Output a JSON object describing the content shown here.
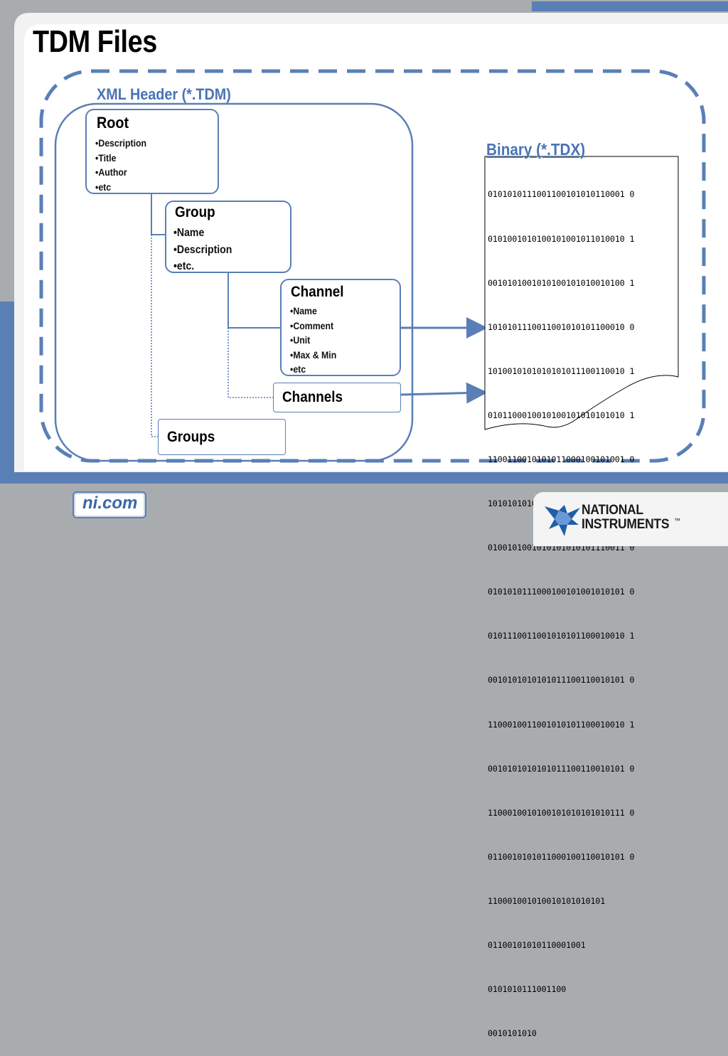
{
  "slide": {
    "title": "TDM Files"
  },
  "xml_header": {
    "label": "XML Header  (*.TDM)"
  },
  "root_box": {
    "title": "Root",
    "items": [
      "•Description",
      "•Title",
      "•Author",
      "•etc"
    ]
  },
  "group_box": {
    "title": "Group",
    "items": [
      "•Name",
      "•Description",
      "•etc."
    ]
  },
  "channel_box": {
    "title": "Channel",
    "items": [
      "•Name",
      "•Comment",
      "•Unit",
      "•Max & Min",
      "•etc"
    ]
  },
  "channels_box": {
    "title": "Channels"
  },
  "groups_box": {
    "title": "Groups"
  },
  "binary": {
    "label": "Binary  (*.TDX)",
    "rows": [
      "0101010111001100101010110001 0",
      "0101001010100101001011010010 1",
      "0010101001010100101010010100 1",
      "1010101110011001010101100010 0",
      "1010010101010101011100110010 1",
      "0101100010010100101010101010 1",
      "1100110010101011000100101001 0",
      "1010101010111001100101010110 0",
      "0100101001010101010101110011 0",
      "0101010111000100101001010101 0",
      "0101110011001010101100010010 1",
      "0010101010101011100110010101 0",
      "1100010011001010101100010010 1",
      "0010101010101011100110010101 0",
      "1100010010100101010101010111 0",
      "0110010101011000100110010101 0",
      "110001001010010101010101",
      "01100101010110001001",
      "0101010111001100",
      "0010101010"
    ]
  },
  "footer": {
    "website": "ni.com",
    "logo_line1": "NATIONAL",
    "logo_line2": "INSTRUMENTS",
    "trademark": "™"
  },
  "colors": {
    "accent_blue": "#4a74b4",
    "frame_blue": "#5a7fb6",
    "band_gray": "#a9acae"
  }
}
